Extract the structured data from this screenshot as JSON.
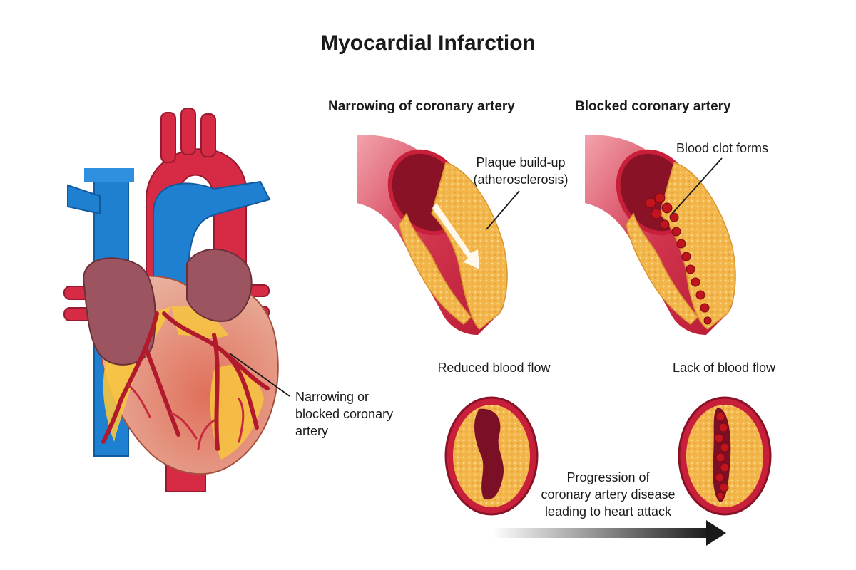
{
  "title": "Myocardial Infarction",
  "panels": {
    "narrowing": {
      "heading": "Narrowing of coronary artery",
      "callout": [
        "Plaque build-up",
        "(atherosclerosis)"
      ],
      "caption": "Reduced blood flow"
    },
    "blocked": {
      "heading": "Blocked coronary artery",
      "callout": [
        "Blood clot forms"
      ],
      "caption": "Lack of blood flow"
    }
  },
  "heart": {
    "callout": [
      "Narrowing or",
      "blocked coronary",
      "artery"
    ]
  },
  "progression": {
    "text": [
      "Progression of",
      "coronary artery disease",
      "leading to heart attack"
    ]
  },
  "colors": {
    "artery_red": "#c8203b",
    "artery_dark": "#8a1227",
    "lumen": "#7a0f26",
    "plaque": "#f3b64a",
    "vein_blue": "#1f7fd0",
    "muscle": "#d8806a",
    "atrium": "#9c5560",
    "fat": "#f7c63e",
    "clot": "#c0141f"
  }
}
